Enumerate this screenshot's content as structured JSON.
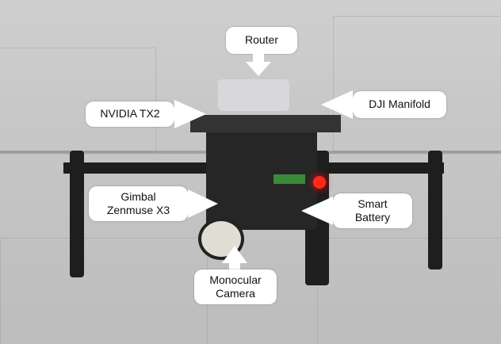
{
  "labels": {
    "router": "Router",
    "nvidia": "NVIDIA TX2",
    "manifold": "DJI Manifold",
    "gimbal_line1": "Gimbal",
    "gimbal_line2": "Zenmuse X3",
    "battery_line1": "Smart",
    "battery_line2": "Battery",
    "camera_line1": "Monocular",
    "camera_line2": "Camera"
  },
  "colors": {
    "background": "#c6c6c6",
    "drone": "#1e1e1e",
    "led": "#ff2a1a",
    "label_bg": "#ffffff"
  }
}
